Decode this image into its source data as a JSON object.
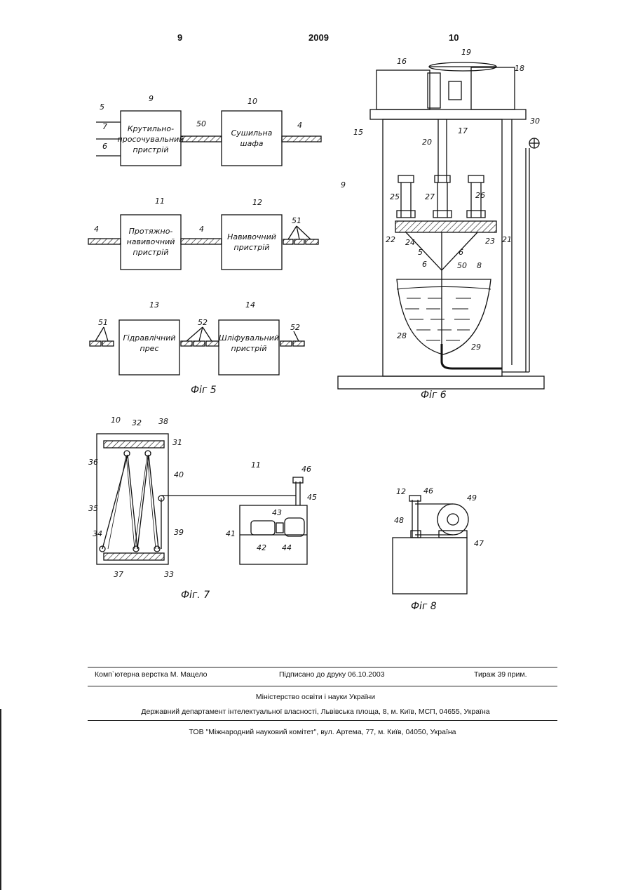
{
  "header": {
    "page_left": "9",
    "year": "2009",
    "page_right": "10"
  },
  "fig5": {
    "caption": "Фіг 5",
    "boxes": {
      "b9": {
        "num": "9",
        "lines": [
          "Крутильно-",
          "просочувальний",
          "пристрій"
        ]
      },
      "b10": {
        "num": "10",
        "lines": [
          "Сушильна",
          "шафа"
        ]
      },
      "b11": {
        "num": "11",
        "lines": [
          "Протяжно-",
          "навивочний",
          "пристрій"
        ]
      },
      "b12": {
        "num": "12",
        "lines": [
          "Навивочний",
          "пристрій"
        ]
      },
      "b13": {
        "num": "13",
        "lines": [
          "Гідравлічний",
          "прес"
        ]
      },
      "b14": {
        "num": "14",
        "lines": [
          "Шліфувальний",
          "пристрій"
        ]
      }
    },
    "labels": [
      "5",
      "7",
      "6",
      "50",
      "4",
      "4",
      "4",
      "51",
      "51",
      "52",
      "52"
    ]
  },
  "fig6": {
    "caption": "Фіг 6",
    "labels": [
      "16",
      "19",
      "18",
      "17",
      "15",
      "30",
      "20",
      "9",
      "25",
      "27",
      "26",
      "22",
      "24",
      "5",
      "6",
      "6",
      "23",
      "21",
      "50",
      "8",
      "28",
      "29"
    ]
  },
  "fig7": {
    "caption": "Фіг. 7",
    "labels": [
      "10",
      "32",
      "38",
      "31",
      "36",
      "40",
      "35",
      "34",
      "39",
      "37",
      "33",
      "11",
      "46",
      "45",
      "43",
      "41",
      "42",
      "44"
    ]
  },
  "fig8": {
    "caption": "Фіг 8",
    "labels": [
      "12",
      "46",
      "49",
      "48",
      "47"
    ]
  },
  "footer": {
    "layout": "Комп`ютерна верстка М. Мацело",
    "signed": "Підписано до друку 06.10.2003",
    "print_run": "Тираж 39 прим.",
    "ministry": "Міністерство освіти і науки України",
    "department": "Державний департамент інтелектуальної власності, Львівська площа, 8, м. Київ, МСП, 04655, Україна",
    "committee": "ТОВ \"Міжнародний науковий комітет\", вул. Артема, 77, м. Київ, 04050, Україна"
  }
}
